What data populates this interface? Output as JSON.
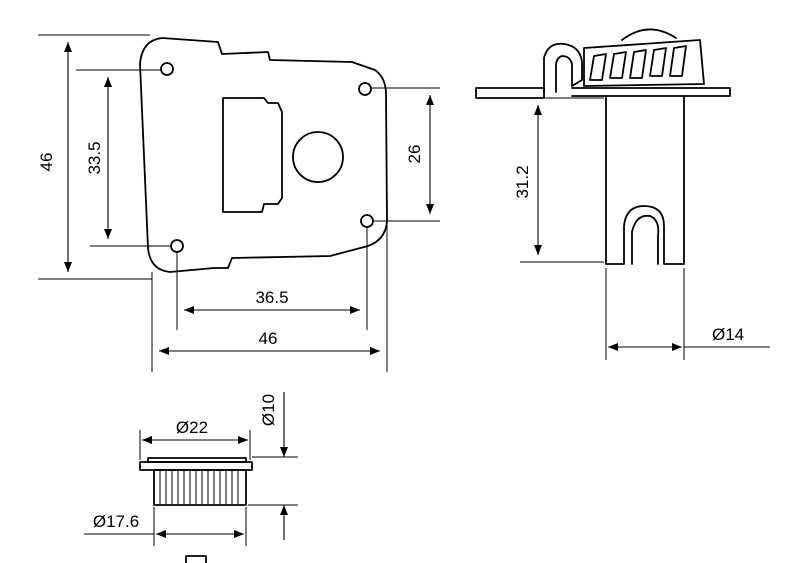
{
  "dimensions": {
    "plate_height": "46",
    "hole_spacing_vertical_left": "33.5",
    "hole_spacing_vertical_right": "26",
    "hole_spacing_horizontal": "36.5",
    "plate_width": "46",
    "side_height": "31.2",
    "side_diameter": "Ø14",
    "knob_outer_diameter": "Ø22",
    "knob_shaft_diameter": "Ø10",
    "knob_inner_diameter": "Ø17.6"
  },
  "colors": {
    "line": "#000000",
    "paper": "#ffffff"
  }
}
